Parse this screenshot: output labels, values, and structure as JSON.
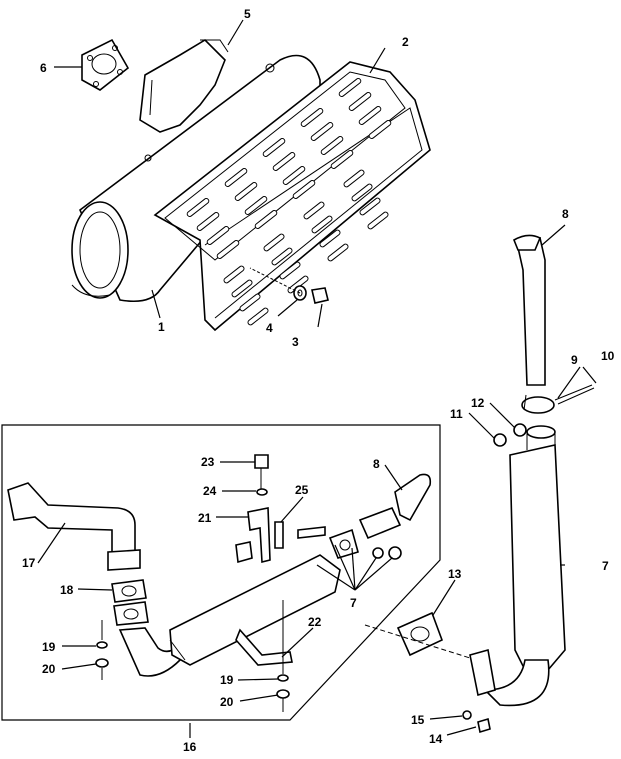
{
  "callouts": {
    "c1": "1",
    "c2": "2",
    "c3": "3",
    "c4": "4",
    "c5": "5",
    "c6": "6",
    "c7_right": "7",
    "c7_inset": "7",
    "c8_top": "8",
    "c8_inset": "8",
    "c9": "9",
    "c10": "10",
    "c11": "11",
    "c12": "12",
    "c13": "13",
    "c14": "14",
    "c15": "15",
    "c16": "16",
    "c17": "17",
    "c18": "18",
    "c19_a": "19",
    "c19_b": "19",
    "c20_a": "20",
    "c20_b": "20",
    "c21": "21",
    "c22": "22",
    "c23": "23",
    "c24": "24",
    "c25": "25"
  }
}
